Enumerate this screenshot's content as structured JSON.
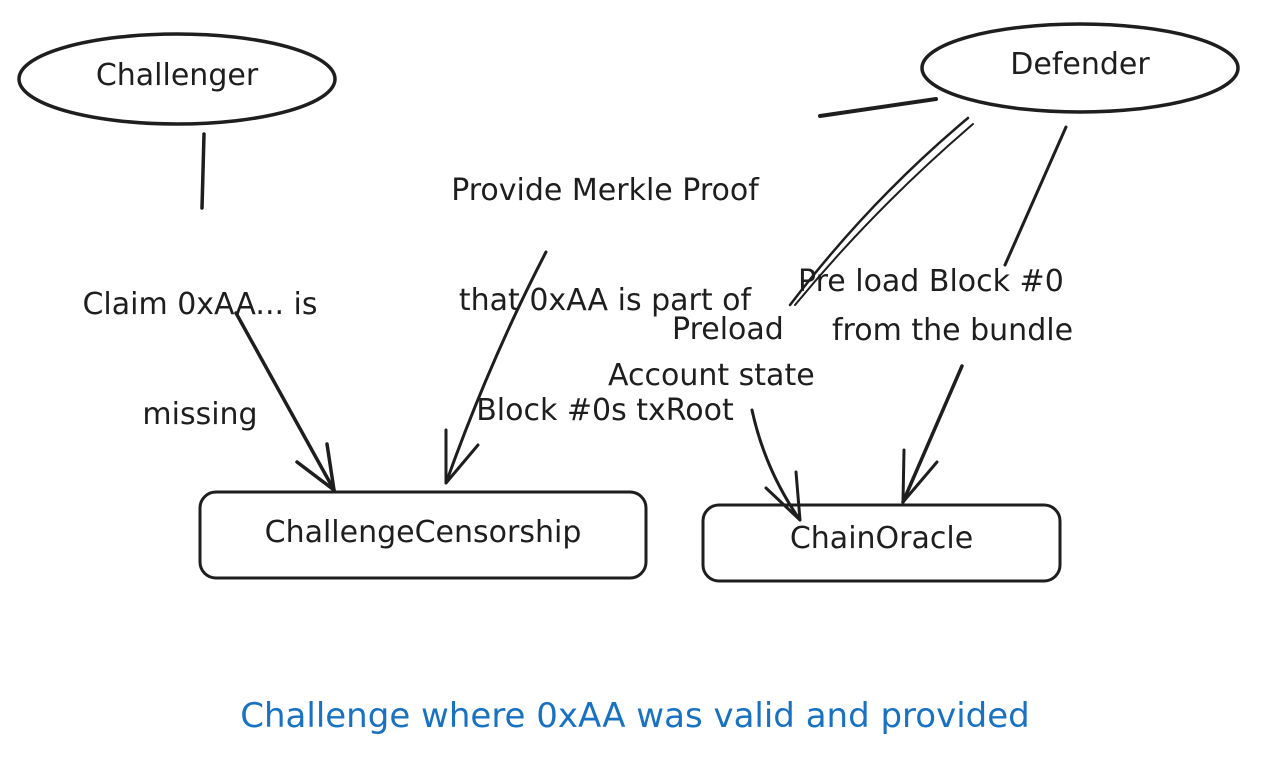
{
  "diagram": {
    "nodes": [
      {
        "id": "challenger",
        "shape": "ellipse",
        "label": "Challenger"
      },
      {
        "id": "defender",
        "shape": "ellipse",
        "label": "Defender"
      },
      {
        "id": "challenge_censorship",
        "shape": "rounded-rect",
        "label": "ChallengeCensorship"
      },
      {
        "id": "chain_oracle",
        "shape": "rounded-rect",
        "label": "ChainOracle"
      }
    ],
    "edges": [
      {
        "from": "challenger",
        "to": "challenge_censorship",
        "label_lines": [
          "Claim 0xAA... is",
          "missing"
        ]
      },
      {
        "from": "defender",
        "to": "challenge_censorship",
        "label_lines": [
          "Provide Merkle Proof",
          "that 0xAA is part of",
          "Block #0s txRoot"
        ]
      },
      {
        "from": "defender",
        "to": "chain_oracle",
        "label_lines": [
          "Preload",
          "Account state"
        ]
      },
      {
        "from": "defender",
        "to": "chain_oracle",
        "label_lines": [
          "Pre load Block #0",
          "from the bundle"
        ]
      }
    ],
    "caption": "Challenge where 0xAA was valid and provided",
    "colors": {
      "stroke": "#1e1e1e",
      "caption": "#1971c2",
      "background": "#ffffff"
    }
  }
}
